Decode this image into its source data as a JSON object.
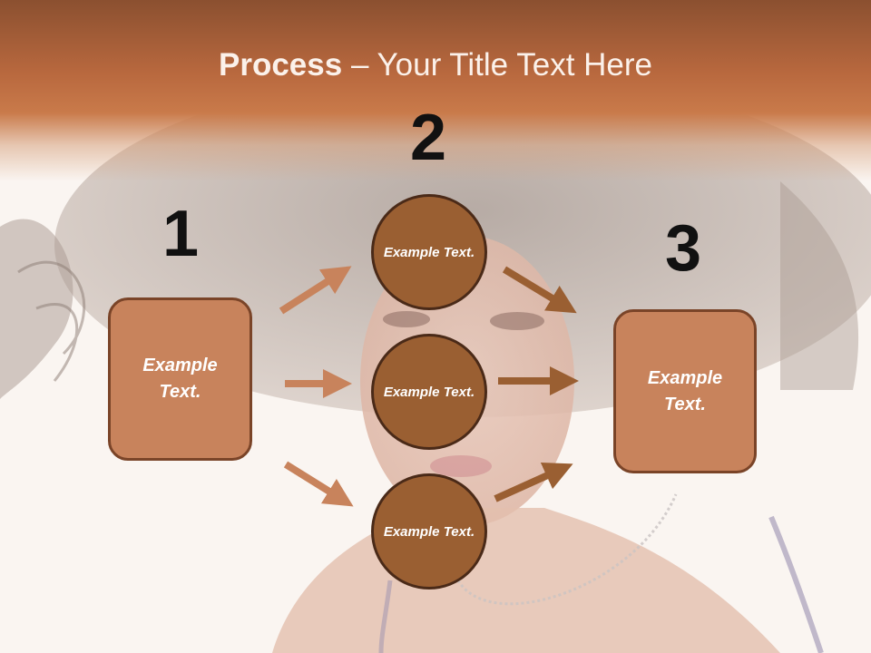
{
  "title": {
    "bold": "Process",
    "rest": " – Your Title Text Here"
  },
  "steps": [
    {
      "number": "1",
      "text": "Example Text."
    },
    {
      "number": "2",
      "items": [
        "Example Text.",
        "Example Text.",
        "Example Text."
      ]
    },
    {
      "number": "3",
      "text": "Example Text."
    }
  ],
  "colors": {
    "header": "#b8683e",
    "box_fill": "#c8835c",
    "circle_fill": "#9a5f32",
    "arrow_left": "#c8835c",
    "arrow_right": "#9a5f32"
  }
}
